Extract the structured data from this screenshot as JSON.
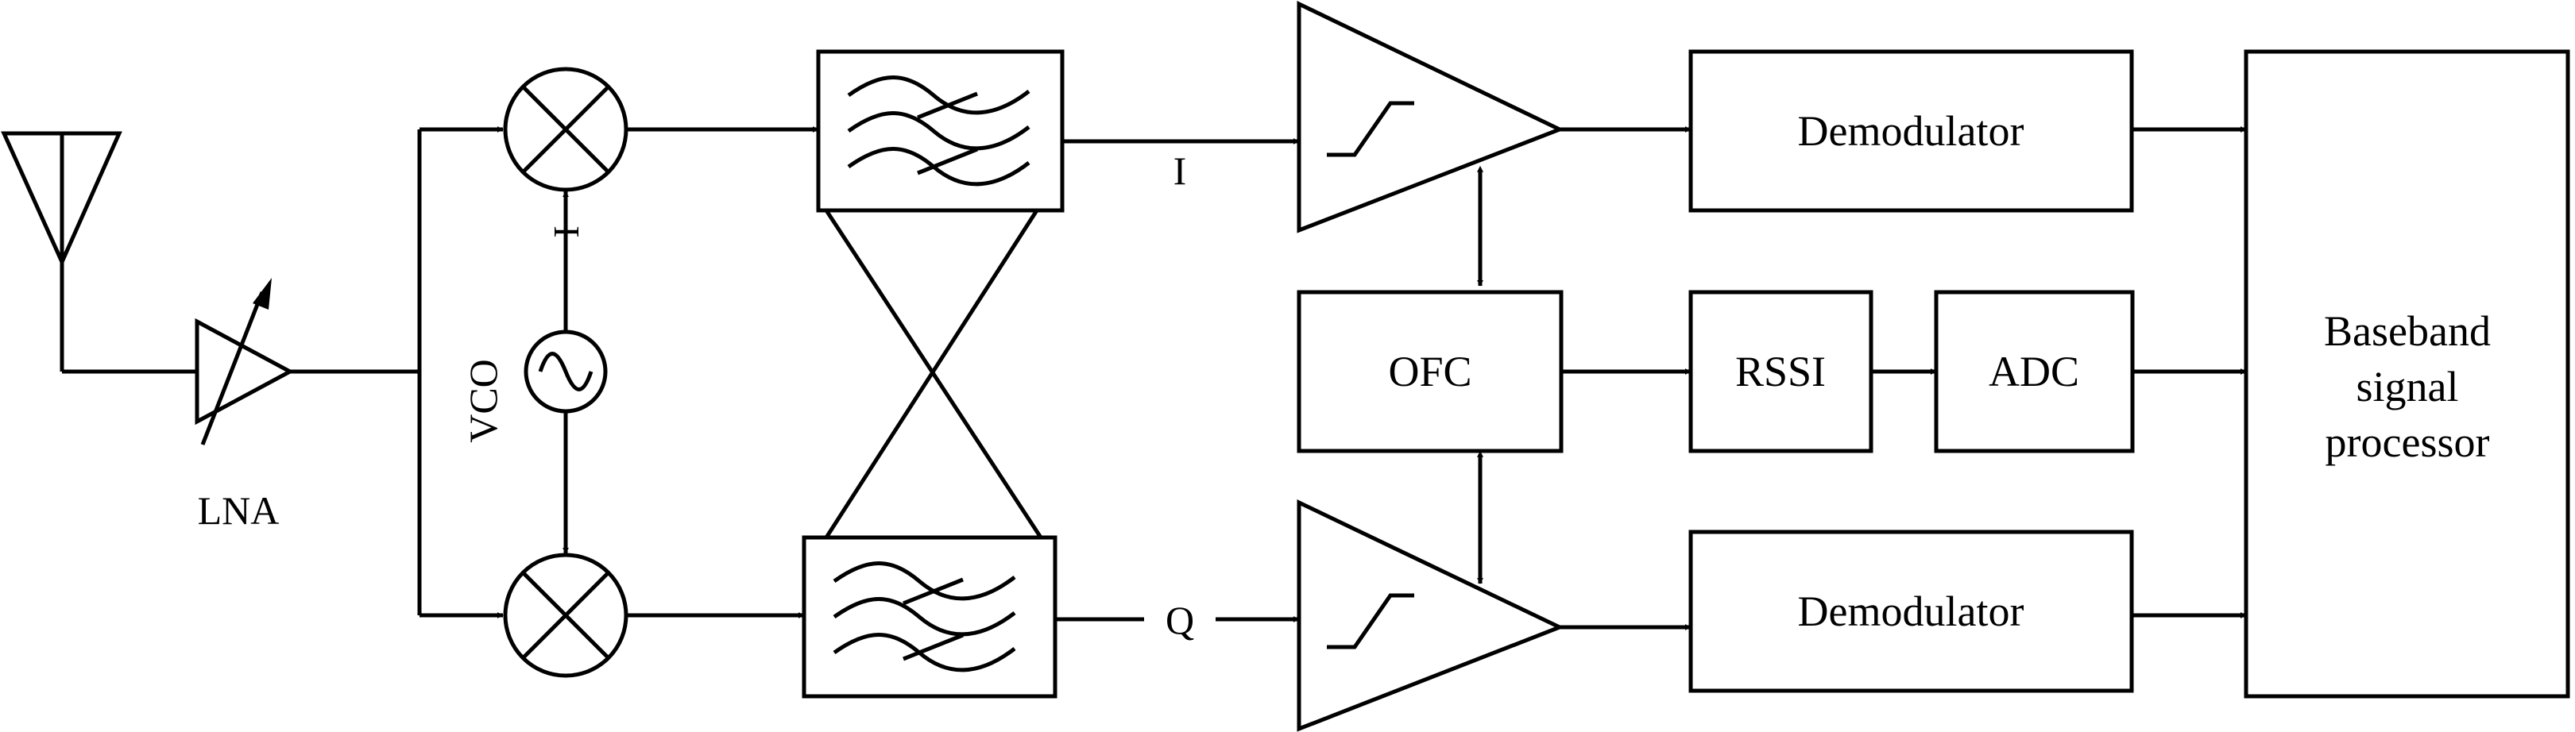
{
  "labels": {
    "lna": "LNA",
    "vco": "VCO",
    "phase_tag": "I",
    "i_channel": "I",
    "q_channel": "Q",
    "demod_top": "Demodulator",
    "demod_bottom": "Demodulator",
    "ofc": "OFC",
    "rssi": "RSSI",
    "adc": "ADC",
    "baseband_line1": "Baseband",
    "baseband_line2": "signal",
    "baseband_line3": "processor"
  },
  "icons": {
    "antenna": "antenna-icon",
    "lna": "variable-amplifier-icon",
    "mixer": "mixer-cross-icon",
    "vco": "sine-source-icon",
    "filter": "low-pass-filter-icon",
    "limiting_amp": "limiting-amplifier-icon"
  },
  "colors": {
    "stroke": "#000000",
    "background": "#ffffff"
  }
}
